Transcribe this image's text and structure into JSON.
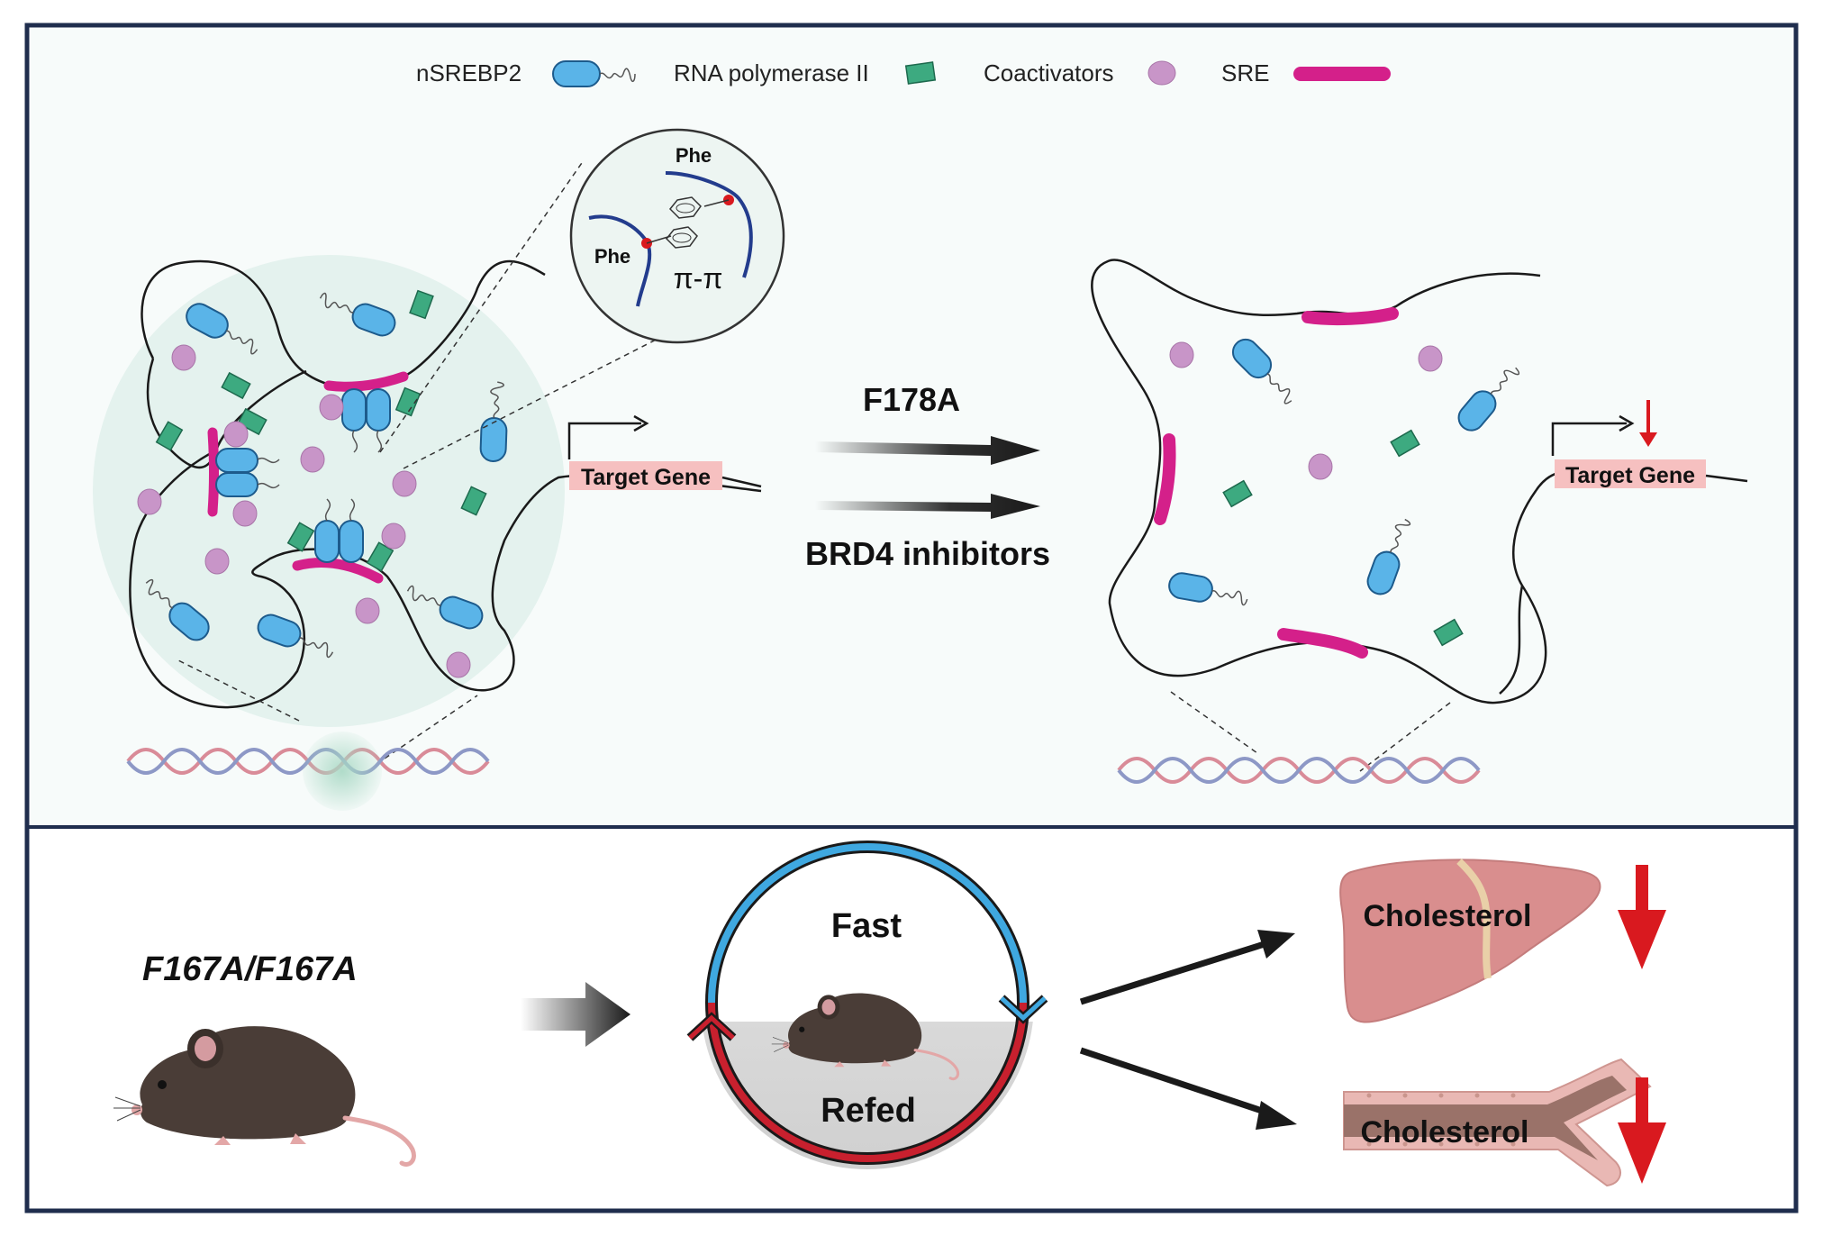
{
  "legend": {
    "nsrebp2": "nSREBP2",
    "rnapol": "RNA polymerase II",
    "coactivators": "Coactivators",
    "sre": "SRE"
  },
  "inset": {
    "phe_top": "Phe",
    "phe_left": "Phe",
    "stacking": "π-π"
  },
  "top_panel": {
    "target_gene_left": "Target Gene",
    "target_gene_right": "Target Gene",
    "treatment_1": "F178A",
    "treatment_2": "BRD4 inhibitors"
  },
  "bottom_panel": {
    "genotype": "F167A/F167A",
    "cycle_top": "Fast",
    "cycle_bottom": "Refed",
    "liver_label": "Cholesterol",
    "vessel_label": "Cholesterol"
  },
  "colors": {
    "border": "#1f2d4d",
    "condensate": "#e4f2ee",
    "inset_fill": "#edf5f2",
    "nsrebp2": "#5ab4e8",
    "nsrebp2_stroke": "#1d5b8c",
    "rna_pol": "#3daa80",
    "coactivator": "#c895c8",
    "sre": "#d4208a",
    "target_gene_bg": "#f6c0c0",
    "down_arrow": "#d9191f",
    "fast_ring": "#3fa8e0",
    "refed_ring": "#c8202e",
    "liver": "#d98e8e",
    "vessel": "#e9b8b4",
    "mouse": "#4a3d37"
  }
}
